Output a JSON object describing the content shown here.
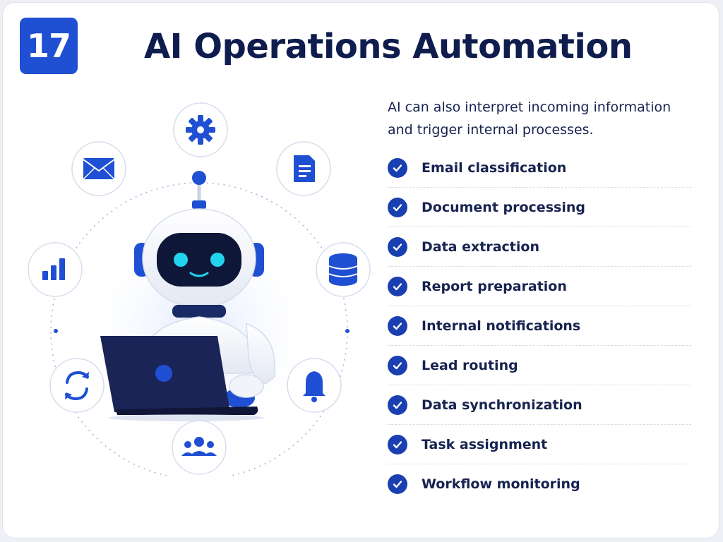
{
  "slide": {
    "number": "17",
    "title": "AI Operations Automation"
  },
  "intro": "AI can also interpret incoming information and trigger internal processes.",
  "checklist": [
    "Email classification",
    "Document processing",
    "Data extraction",
    "Report preparation",
    "Internal notifications",
    "Lead routing",
    "Data synchronization",
    "Task assignment",
    "Workflow monitoring"
  ],
  "orbit_icons": [
    "gear-icon",
    "document-icon",
    "database-icon",
    "bell-icon",
    "users-icon",
    "sync-icon",
    "bar-chart-icon",
    "envelope-icon"
  ],
  "colors": {
    "accent": "#1f4fd2",
    "title": "#0f1c4e",
    "check": "#1a3fb0",
    "robot_eyes": "#22d3ee"
  }
}
